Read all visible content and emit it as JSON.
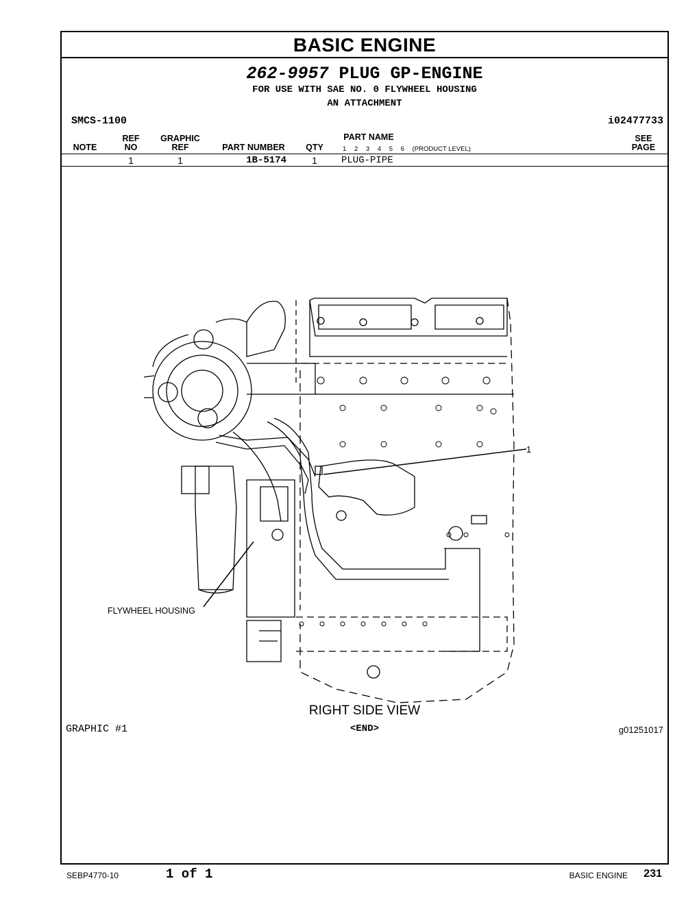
{
  "header": {
    "section_title": "BASIC ENGINE"
  },
  "group": {
    "part_number": "262-9957",
    "name": "PLUG GP-ENGINE",
    "description_lines": [
      "FOR USE WITH SAE NO. 0 FLYWHEEL HOUSING",
      "AN ATTACHMENT"
    ],
    "smcs": "SMCS-1100",
    "doc_id": "i02477733"
  },
  "table": {
    "headers": {
      "note": "NOTE",
      "ref_no_1": "REF",
      "ref_no_2": "NO",
      "graphic_ref_1": "GRAPHIC",
      "graphic_ref_2": "REF",
      "part_number": "PART NUMBER",
      "qty": "QTY",
      "part_name": "PART NAME",
      "levels": [
        "1",
        "2",
        "3",
        "4",
        "5",
        "6"
      ],
      "product_level": "(PRODUCT LEVEL)",
      "see_page_1": "SEE",
      "see_page_2": "PAGE"
    },
    "rows": [
      {
        "note": "",
        "ref_no": "1",
        "graphic_ref": "1",
        "part_number": "1B-5174",
        "qty": "1",
        "part_name": "PLUG-PIPE",
        "see_page": ""
      }
    ]
  },
  "graphic": {
    "callout_1": "1",
    "callout_label": "FLYWHEEL HOUSING",
    "view_caption": "RIGHT SIDE VIEW",
    "graphic_number": "GRAPHIC #1",
    "end_marker": "<END>",
    "graphic_id": "g01251017"
  },
  "footer": {
    "doc_number": "SEBP4770-10",
    "page_of": "1 of 1",
    "section": "BASIC ENGINE",
    "page_number": "231"
  }
}
